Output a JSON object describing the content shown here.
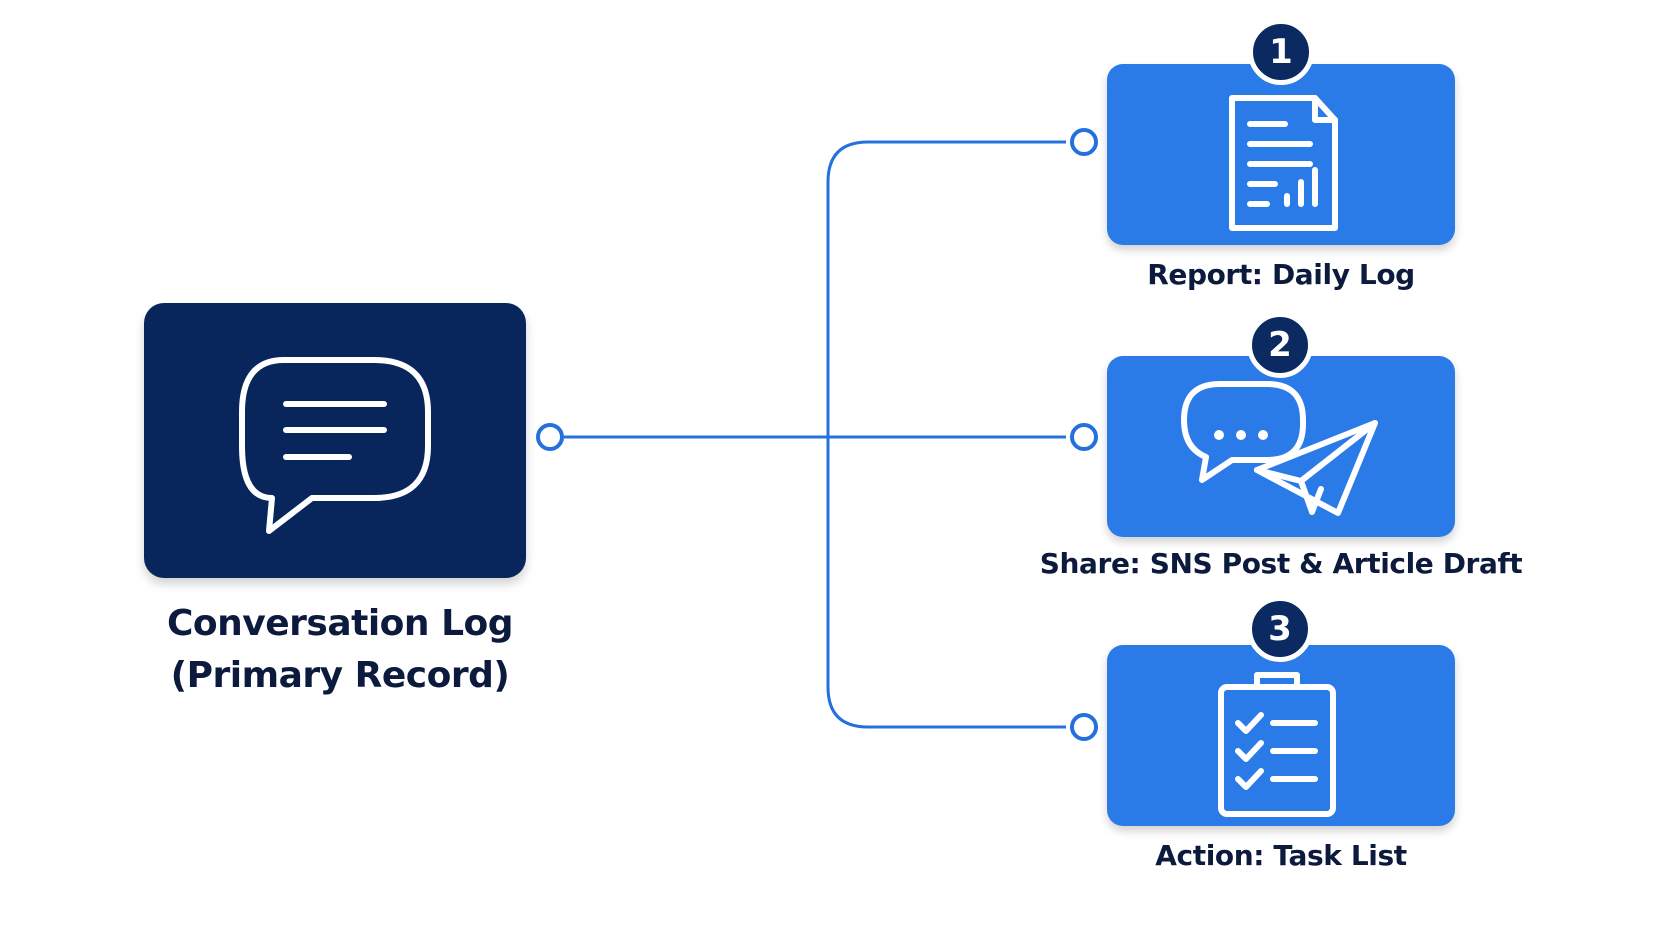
{
  "colors": {
    "source_fill": "#08265c",
    "output_fill": "#2a7ae8",
    "badge_fill": "#0c2a62",
    "connector": "#2470dc",
    "label_text": "#0c1a3d",
    "icon_stroke": "#ffffff"
  },
  "source": {
    "icon": "chat-bubble-icon",
    "label_line1": "Conversation Log",
    "label_line2": "(Primary Record)"
  },
  "outputs": [
    {
      "number": "1",
      "icon": "report-document-icon",
      "label": "Report: Daily Log"
    },
    {
      "number": "2",
      "icon": "chat-and-paper-plane-icon",
      "label": "Share: SNS Post & Article Draft"
    },
    {
      "number": "3",
      "icon": "clipboard-checklist-icon",
      "label": "Action: Task List"
    }
  ]
}
